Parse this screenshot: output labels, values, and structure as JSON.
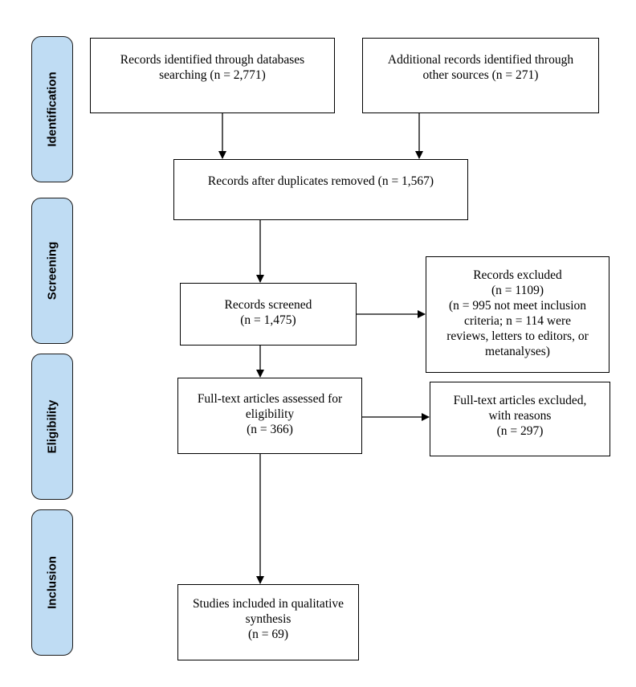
{
  "stages": {
    "identification": "Identification",
    "screening": "Screening",
    "eligibility": "Eligibility",
    "inclusion": "Inclusion"
  },
  "boxes": {
    "db_records": {
      "lines": [
        "Records identified through databases",
        "searching (n = 2,771)"
      ]
    },
    "other_records": {
      "lines": [
        "Additional records identified through",
        "other sources (n = 271)"
      ]
    },
    "dedup": {
      "lines": [
        "Records after duplicates removed (n = 1,567)"
      ]
    },
    "screened": {
      "lines": [
        "Records screened",
        "(n = 1,475)"
      ]
    },
    "excluded": {
      "lines": [
        "Records excluded",
        "(n = 1109)",
        "(n = 995 not meet inclusion",
        "criteria; n = 114 were",
        "reviews, letters to editors, or",
        "metanalyses)"
      ]
    },
    "fulltext": {
      "lines": [
        "Full-text articles assessed for",
        "eligibility",
        "(n = 366)"
      ]
    },
    "fulltext_excluded": {
      "lines": [
        "Full-text articles excluded,",
        "with reasons",
        "(n = 297)"
      ]
    },
    "included": {
      "lines": [
        "Studies included in qualitative",
        "synthesis",
        "(n = 69)"
      ]
    }
  }
}
